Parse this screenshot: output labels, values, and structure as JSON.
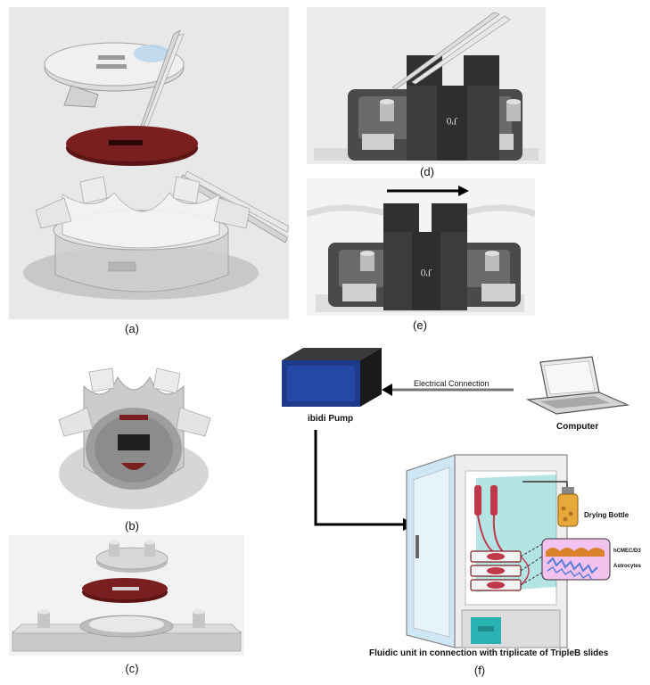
{
  "captions": {
    "a": "(a)",
    "b": "(b)",
    "c": "(c)",
    "d": "(d)",
    "e": "(e)",
    "f": "(f)"
  },
  "device_mark": "J'0",
  "diagram_f": {
    "pump_label": "ibidi Pump",
    "connection_label": "Electrical Connection",
    "computer_label": "Computer",
    "bottle_label": "Drying Bottle",
    "cell_top_label": "hCMEC/D3",
    "cell_bottom_label": "Astrocytes",
    "footer_label": "Fluidic unit in connection with triplicate of TripleB slides"
  },
  "colors": {
    "membrane_red": "#7a1f1f",
    "pump_blue": "#1f3a8a",
    "incubator_teal": "#2bb3b3",
    "media_red": "#c0394a",
    "cell_orange": "#d9822b",
    "cell_blue": "#5a7fd6"
  }
}
